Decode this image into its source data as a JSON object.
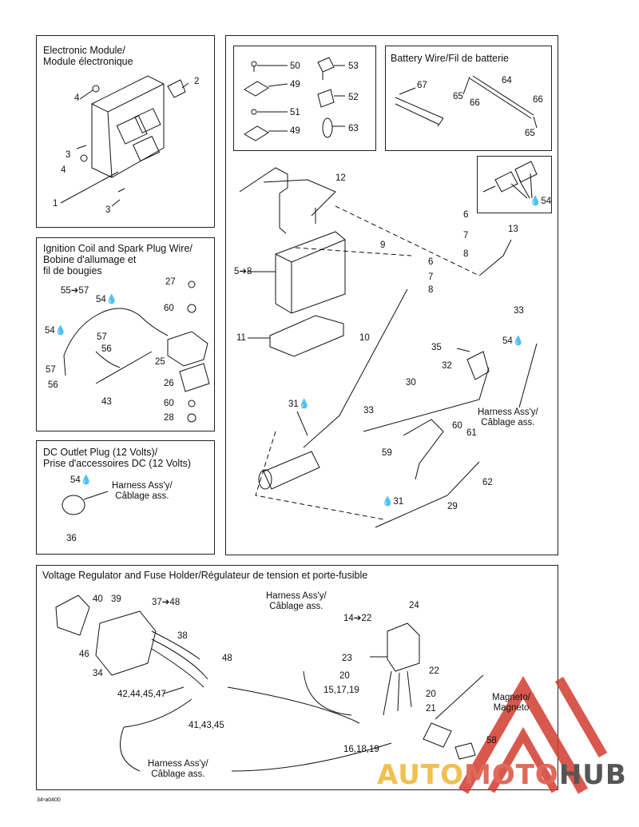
{
  "panels": {
    "electronic_module": {
      "title": "Electronic Module/\nModule électronique"
    },
    "battery_wire": {
      "title": "Battery Wire/Fil de batterie"
    },
    "ignition": {
      "title": "Ignition Coil and Spark Plug Wire/\nBobine d'allumage et\nfil de bougies"
    },
    "dc_outlet": {
      "title": "DC Outlet Plug (12 Volts)/\nPrise d'accessoires DC (12 Volts)"
    },
    "voltage_regulator": {
      "title": "Voltage Regulator and Fuse Holder/Régulateur de tension et porte-fusible"
    }
  },
  "notes": {
    "harness": "Harness Ass'y/\nCâblage ass.",
    "magneto": "Magneto/\nMagneto"
  },
  "labels": {
    "em_4a": "4",
    "em_2": "2",
    "em_3a": "3",
    "em_4b": "4",
    "em_1": "1",
    "em_3b": "3",
    "h_50": "50",
    "h_53": "53",
    "h_49a": "49",
    "h_52": "52",
    "h_51": "51",
    "h_49b": "49",
    "h_63": "63",
    "bw_67": "67",
    "bw_64": "64",
    "bw_65a": "65",
    "bw_66a": "66",
    "bw_66b": "66",
    "bw_65b": "65",
    "b_54": "54",
    "b_12": "12",
    "b_6a": "6",
    "b_7a": "7",
    "b_13": "13",
    "b_8a": "8",
    "b_9": "9",
    "b_58": "5➔8",
    "b_6b": "6",
    "b_7b": "7",
    "b_8b": "8",
    "b_11": "11",
    "b_10": "10",
    "b_33a": "33",
    "b_35": "35",
    "b_54b": "54",
    "b_32": "32",
    "b_30": "30",
    "b_31a": "31",
    "b_33b": "33",
    "b_60": "60",
    "b_61": "61",
    "b_59": "59",
    "b_62": "62",
    "b_29": "29",
    "b_31b": "31",
    "ig_5557": "55➔57",
    "ig_27": "27",
    "ig_54a": "54",
    "ig_60a": "60",
    "ig_54b": "54",
    "ig_57a": "57",
    "ig_56a": "56",
    "ig_25": "25",
    "ig_57b": "57",
    "ig_26": "26",
    "ig_56b": "56",
    "ig_43": "43",
    "ig_60b": "60",
    "ig_28": "28",
    "dc_54": "54",
    "dc_36": "36",
    "vr_40": "40",
    "vr_39": "39",
    "vr_3748": "37➔48",
    "vr_24": "24",
    "vr_1422": "14➔22",
    "vr_38": "38",
    "vr_48": "48",
    "vr_46": "46",
    "vr_23": "23",
    "vr_22": "22",
    "vr_34": "34",
    "vr_20a": "20",
    "vr_20b": "20",
    "vr_151719": "15,17,19",
    "vr_42": "42,44,45,47",
    "vr_21": "21",
    "vr_41": "41,43,45",
    "vr_58": "58",
    "vr_161819": "16,18,19"
  },
  "footer": {
    "code": "34ⁿa0400"
  },
  "watermark": {
    "part1": "AUTO",
    "part2": "MOTO",
    "part3": "HUB",
    "c1": "#f0c050",
    "c2": "#e06a5a",
    "c3": "#555555"
  }
}
